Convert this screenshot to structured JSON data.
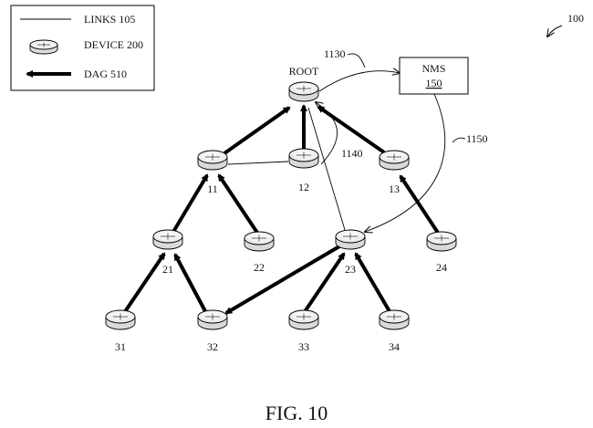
{
  "figure": {
    "ref_number": "100",
    "caption": "FIG. 10"
  },
  "legend": {
    "links_label": "LINKS 105",
    "device_label": "DEVICE 200",
    "dag_label": "DAG 510"
  },
  "nms": {
    "title": "NMS",
    "number": "150"
  },
  "annotations": {
    "a1130": "1130",
    "a1140": "1140",
    "a1150": "1150"
  },
  "nodes": {
    "root": "ROOT",
    "n11": "11",
    "n12": "12",
    "n13": "13",
    "n21": "21",
    "n22": "22",
    "n23": "23",
    "n24": "24",
    "n31": "31",
    "n32": "32",
    "n33": "33",
    "n34": "34"
  }
}
